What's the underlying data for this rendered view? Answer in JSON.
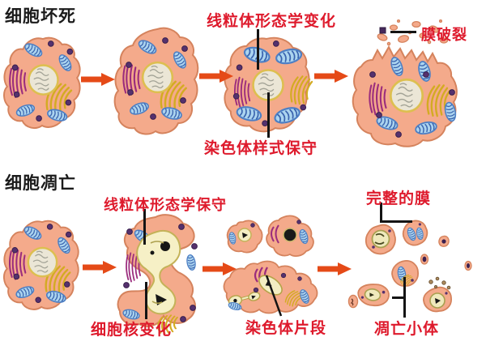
{
  "figure": {
    "description": "Comparison diagram of cell necrosis (top row) and cell apoptosis (bottom row), four stages each, annotated in red Chinese labels"
  },
  "necrosis": {
    "title": "细胞坏死",
    "labels": {
      "mito_change": "线粒体形态学变化",
      "membrane_rupture": "膜破裂",
      "chromosome_conserved": "染色体样式保守"
    }
  },
  "apoptosis": {
    "title": "细胞凋亡",
    "labels": {
      "mito_conserved": "线粒体形态学保守",
      "intact_membrane": "完整的膜",
      "nucleus_change": "细胞核变化",
      "chromosome_fragments": "染色体片段",
      "apoptotic_bodies": "凋亡小体"
    }
  },
  "colors": {
    "label_red": "#de1a2c",
    "arrow_orange": "#e54a17",
    "cytoplasm": "#f4aa8b",
    "membrane_outline": "#d5835d",
    "nucleus_fill": "#ebe6d6",
    "nucleus_ring": "#ddbf50",
    "mitochondria_blue": "#abd4ef",
    "er_purple": "#9b2c7d",
    "golgi_yellow": "#d9b92a",
    "apoptotic_nucleus": "#f6f0c6",
    "pointer_black": "#141414"
  }
}
